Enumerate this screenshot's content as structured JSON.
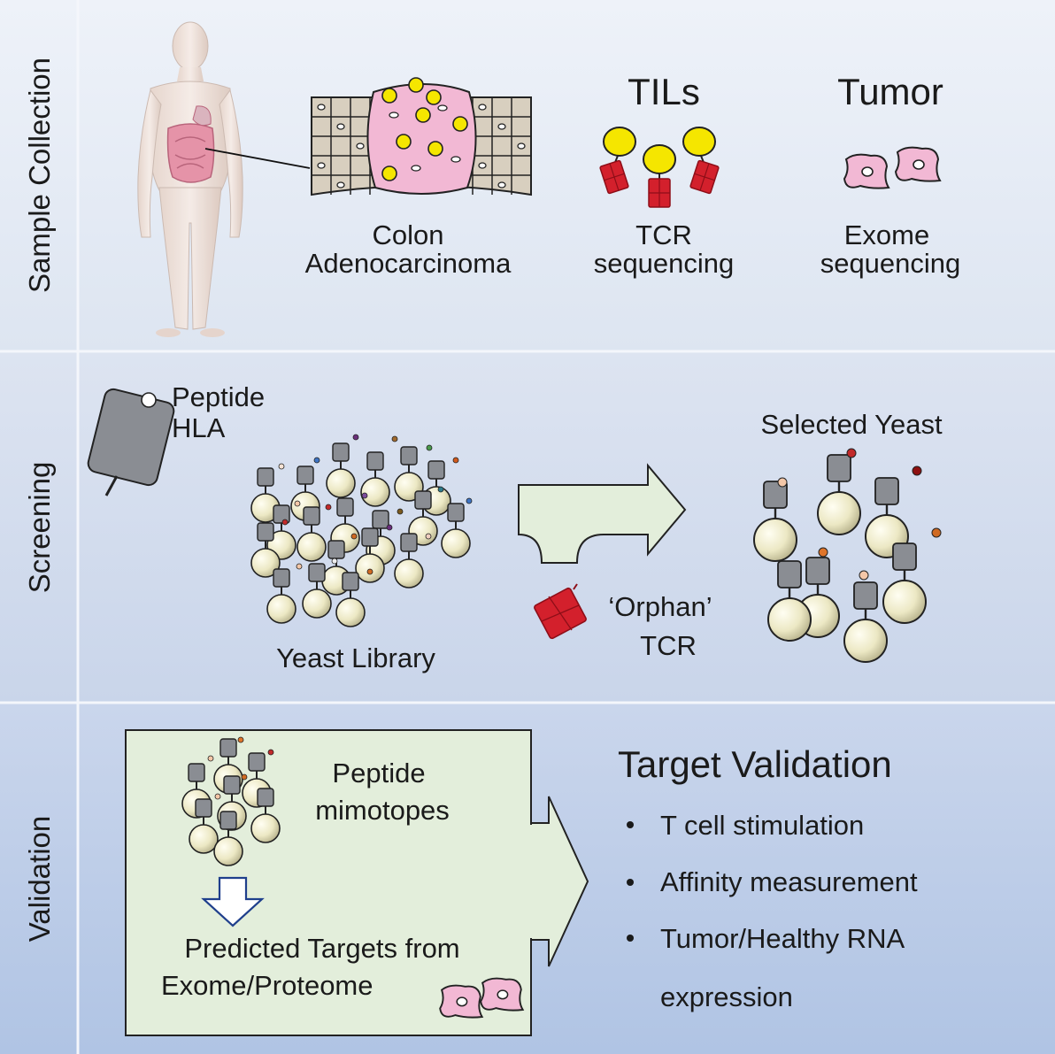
{
  "panels": {
    "sample_collection": "Sample Collection",
    "screening": "Screening",
    "validation": "Validation"
  },
  "sample_collection": {
    "colon_label_1": "Colon",
    "colon_label_2": "Adenocarcinoma",
    "tils_title": "TILs",
    "tcr_label_1": "TCR",
    "tcr_label_2": "sequencing",
    "tumor_title": "Tumor",
    "exome_label_1": "Exome",
    "exome_label_2": "sequencing"
  },
  "screening": {
    "peptide_label": "Peptide",
    "hla_label": "HLA",
    "library_label": "Yeast Library",
    "orphan_label": "‘Orphan’",
    "orphan_tcr_label": "TCR",
    "selected_label": "Selected Yeast"
  },
  "validation": {
    "mimotopes_1": "Peptide",
    "mimotopes_2": "mimotopes",
    "predicted_1": "Predicted Targets from",
    "predicted_2": "Exome/Proteome",
    "target_title": "Target Validation",
    "bullets": [
      "T cell stimulation",
      "Affinity measurement",
      "Tumor/Healthy RNA",
      "expression"
    ]
  },
  "colors": {
    "tumor_pink": "#f2b8d4",
    "til_yellow": "#f5e600",
    "tcr_red": "#d3202c",
    "yeast_cream": "#efeccd",
    "hla_gray": "#8a8d93",
    "arrow_green": "#e3eedb",
    "healthy_tan": "#d8cfbf"
  }
}
